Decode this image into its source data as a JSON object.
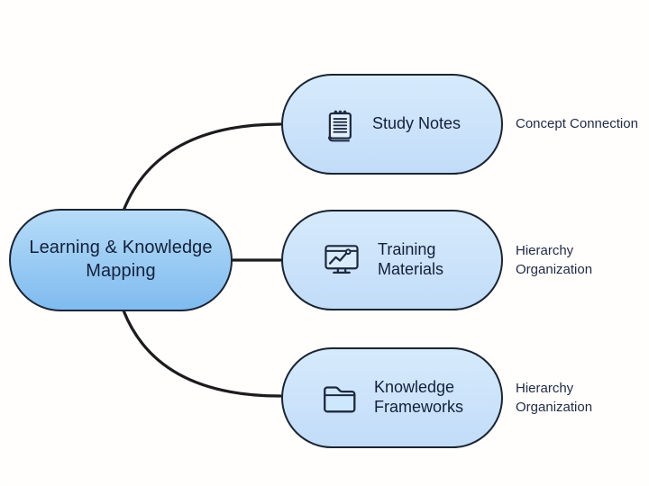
{
  "root": {
    "label": "Learning & Knowledge Mapping"
  },
  "branches": [
    {
      "label": "Study Notes",
      "icon": "notepad-icon",
      "annotation": "Concept Connection"
    },
    {
      "label": "Training Materials",
      "icon": "monitor-chart-icon",
      "annotation": "Hierarchy Organization"
    },
    {
      "label": "Knowledge Frameworks",
      "icon": "folder-icon",
      "annotation": "Hierarchy Organization"
    }
  ],
  "colors": {
    "connector": "#1c1c1e",
    "node_border": "#1b2433",
    "root_fill_top": "#b7dcf8",
    "root_fill_bottom": "#7fbbef",
    "branch_fill_top": "#d6eafc",
    "branch_fill_bottom": "#c2dcf8",
    "icon_stroke": "#1d2940",
    "node_text": "#13203a",
    "annotation_text": "#1f2a44",
    "background": "#fffefc"
  }
}
